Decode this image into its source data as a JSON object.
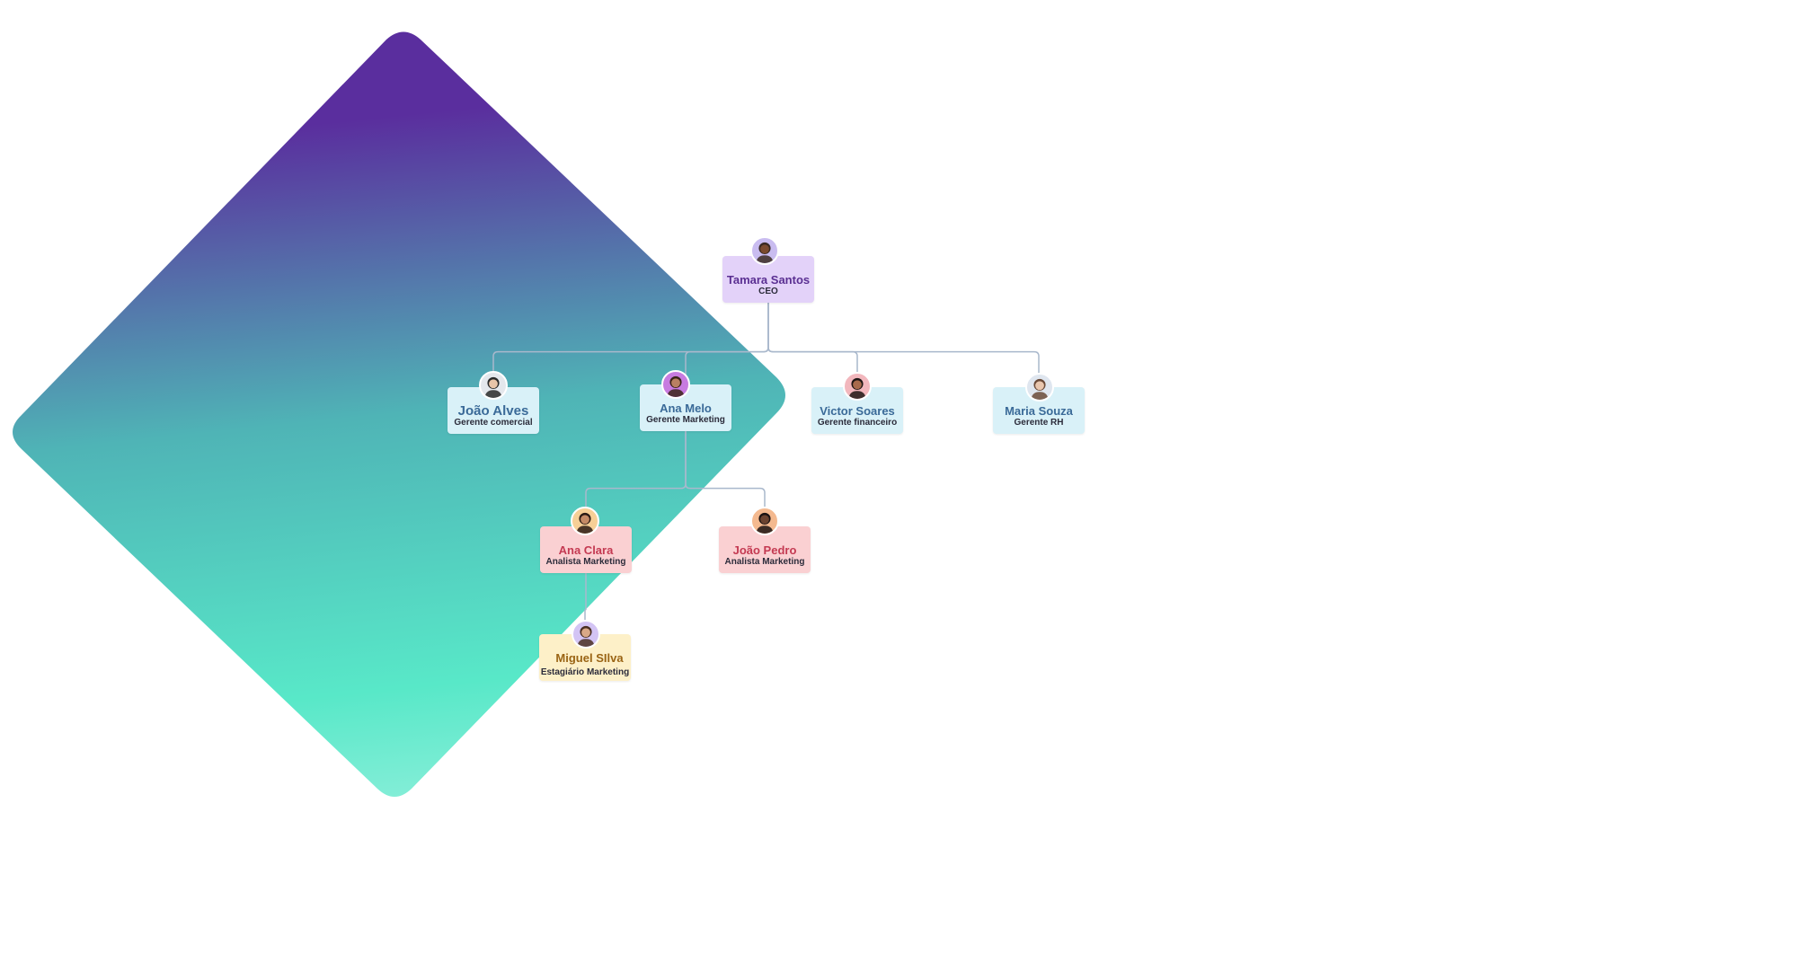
{
  "org_chart": {
    "nodes": [
      {
        "id": "tamara",
        "name": "Tamara Santos",
        "role": "CEO",
        "theme": "purple",
        "avatar_icon": "person-avatar-icon"
      },
      {
        "id": "joao-alves",
        "name": "João Alves",
        "role": "Gerente comercial",
        "theme": "blue",
        "avatar_icon": "person-avatar-icon"
      },
      {
        "id": "ana-melo",
        "name": "Ana Melo",
        "role": "Gerente Marketing",
        "theme": "blue",
        "avatar_icon": "person-avatar-icon"
      },
      {
        "id": "victor",
        "name": "Victor Soares",
        "role": "Gerente financeiro",
        "theme": "blue",
        "avatar_icon": "person-avatar-icon"
      },
      {
        "id": "maria",
        "name": "Maria Souza",
        "role": "Gerente RH",
        "theme": "blue",
        "avatar_icon": "person-avatar-icon"
      },
      {
        "id": "ana-clara",
        "name": "Ana Clara",
        "role": "Analista Marketing",
        "theme": "red",
        "avatar_icon": "person-avatar-icon"
      },
      {
        "id": "joao-pedro",
        "name": "João Pedro",
        "role": "Analista Marketing",
        "theme": "red",
        "avatar_icon": "person-avatar-icon"
      },
      {
        "id": "miguel",
        "name": "Miguel SIlva",
        "role": "Estagiário Marketing",
        "theme": "yellow",
        "avatar_icon": "person-avatar-icon"
      }
    ],
    "edges": [
      [
        "tamara",
        "joao-alves"
      ],
      [
        "tamara",
        "ana-melo"
      ],
      [
        "tamara",
        "victor"
      ],
      [
        "tamara",
        "maria"
      ],
      [
        "ana-melo",
        "ana-clara"
      ],
      [
        "ana-melo",
        "joao-pedro"
      ],
      [
        "ana-clara",
        "miguel"
      ]
    ],
    "themes": {
      "purple": {
        "bg": "#e3d2f9",
        "name_color": "#5a2f92"
      },
      "blue": {
        "bg": "#d9f1f8",
        "name_color": "#3a6a98"
      },
      "red": {
        "bg": "#fad0d2",
        "name_color": "#c43a52"
      },
      "yellow": {
        "bg": "#fdf0c8",
        "name_color": "#9a6414"
      }
    },
    "connector_color": "#a9b8cc"
  },
  "background": {
    "gradient_top": "#5a2e9e",
    "gradient_mid": "#4fb4b6",
    "gradient_bottom": "#58e8c8",
    "gradient_end": "#86eed8"
  }
}
